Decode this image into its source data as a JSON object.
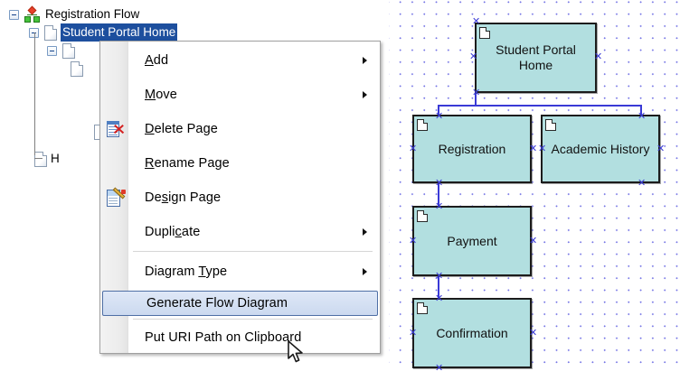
{
  "tree": {
    "root": {
      "label": "Registration Flow",
      "icon": "sitemap-icon",
      "expander": "collapse-box"
    },
    "selected": {
      "label": "Student Portal Home",
      "icon": "page-icon"
    },
    "child_hidden_1": {
      "label": "",
      "icon": "page-icon"
    },
    "child_hidden_2": {
      "label": "",
      "icon": "page-icon"
    },
    "leaf_partial": {
      "label": "H",
      "icon": "page-icon"
    }
  },
  "context_menu": {
    "items": [
      {
        "label": "Add",
        "mnemonic": "A",
        "submenu": true,
        "icon": null,
        "highlighted": false,
        "separator_after": false
      },
      {
        "label": "Move",
        "mnemonic": "M",
        "submenu": true,
        "icon": null,
        "highlighted": false,
        "separator_after": false
      },
      {
        "label": "Delete Page",
        "mnemonic": "D",
        "submenu": false,
        "icon": "delete-page-icon",
        "highlighted": false,
        "separator_after": false
      },
      {
        "label": "Rename Page",
        "mnemonic": "R",
        "submenu": false,
        "icon": null,
        "highlighted": false,
        "separator_after": false
      },
      {
        "label": "Design Page",
        "mnemonic": "s",
        "submenu": false,
        "icon": "design-page-icon",
        "highlighted": false,
        "separator_after": false
      },
      {
        "label": "Duplicate",
        "mnemonic": "c",
        "submenu": true,
        "icon": null,
        "highlighted": false,
        "separator_after": true
      },
      {
        "label": "Diagram Type",
        "mnemonic": "T",
        "submenu": true,
        "icon": null,
        "highlighted": false,
        "separator_after": false
      },
      {
        "label": "Generate Flow Diagram",
        "mnemonic": "",
        "submenu": false,
        "icon": null,
        "highlighted": true,
        "separator_after": true
      },
      {
        "label": "Put URI Path on Clipboard",
        "mnemonic": "",
        "submenu": false,
        "icon": null,
        "highlighted": false,
        "separator_after": false
      }
    ]
  },
  "diagram": {
    "nodes": [
      {
        "id": "n1",
        "label": "Student Portal Home"
      },
      {
        "id": "n2",
        "label": "Registration"
      },
      {
        "id": "n3",
        "label": "Academic History"
      },
      {
        "id": "n4",
        "label": "Payment"
      },
      {
        "id": "n5",
        "label": "Confirmation"
      }
    ]
  },
  "colors": {
    "node_fill": "#b2dfe0",
    "node_border": "#1c1c1c",
    "edge": "#3a3ad6",
    "grid_dot": "#5a5ae0",
    "selection": "#1d4f9e",
    "menu_highlight_border": "#4f6fa5"
  }
}
